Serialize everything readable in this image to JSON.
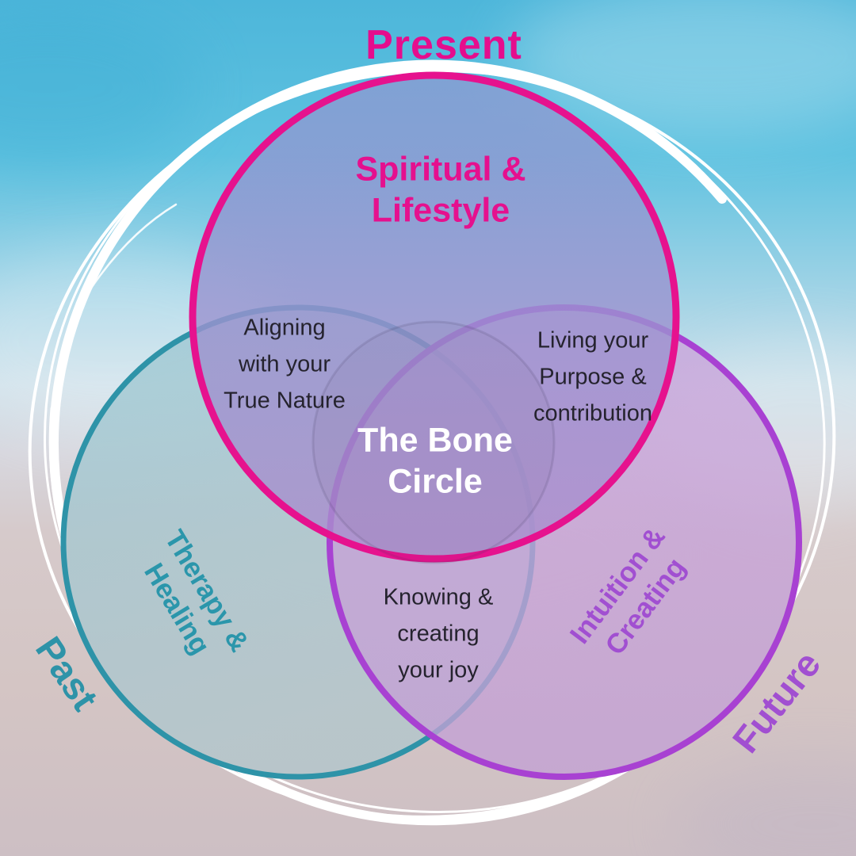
{
  "diagram": {
    "title": "The Bone Circle",
    "type": "venn-3",
    "center_label": {
      "line1": "The Bone",
      "line2": "Circle"
    },
    "outer_labels": {
      "top": "Present",
      "bottom_left": "Past",
      "bottom_right": "Future"
    },
    "sets": {
      "spiritual": {
        "line1": "Spiritual &",
        "line2": "Lifestyle",
        "full": "Spiritual & Lifestyle",
        "color": "#e5108e",
        "outer_label": "Present"
      },
      "therapy": {
        "line1": "Therapy &",
        "line2": "Healing",
        "full": "Therapy & Healing",
        "color": "#2b96ab",
        "outer_label": "Past"
      },
      "intuition": {
        "line1": "Intuition &",
        "line2": "Creating",
        "full": "Intuition & Creating",
        "color": "#a14fd1",
        "outer_label": "Future"
      }
    },
    "overlaps": {
      "spiritual_therapy": {
        "line1": "Aligning",
        "line2": "with your",
        "line3": "True Nature",
        "full": "Aligning with your True Nature"
      },
      "spiritual_intuition": {
        "line1": "Living your",
        "line2": "Purpose &",
        "line3": "contribution",
        "full": "Living your Purpose & contribution"
      },
      "therapy_intuition": {
        "line1": "Knowing &",
        "line2": "creating",
        "line3": "your joy",
        "full": "Knowing & creating your joy"
      }
    },
    "colors": {
      "pink_stroke": "#e6128e",
      "teal_stroke": "#2e93a8",
      "purple_stroke": "#a841d2",
      "dark_text": "#25232e",
      "white_text": "#ffffff",
      "sky_top": "#4db6da",
      "sky_bottom": "#cdbfc4"
    }
  }
}
